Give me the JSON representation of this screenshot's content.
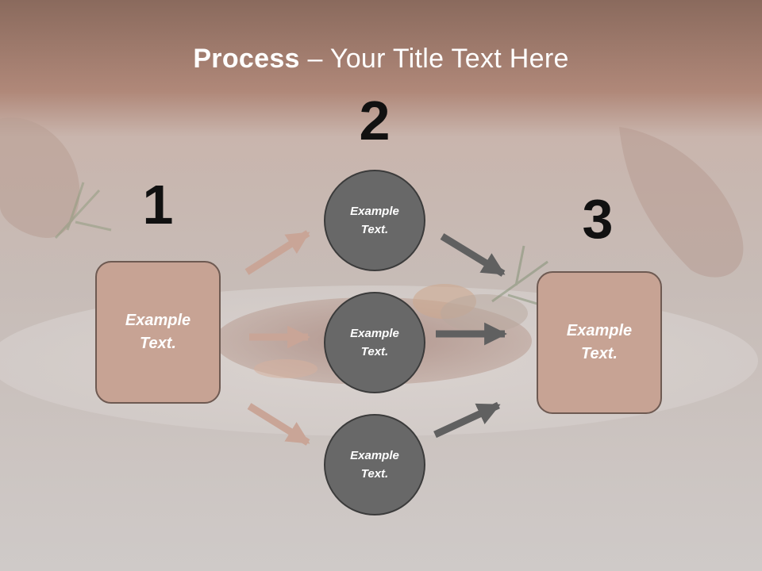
{
  "slide": {
    "title_bold": "Process",
    "title_rest": " – Your Title Text Here"
  },
  "steps": {
    "n1": "1",
    "n2": "2",
    "n3": "3"
  },
  "left_box": {
    "text": "Example Text."
  },
  "right_box": {
    "text": "Example Text."
  },
  "circles": [
    {
      "text": "Example Text."
    },
    {
      "text": "Example Text."
    },
    {
      "text": "Example Text."
    }
  ],
  "colors": {
    "banner": "#a47c6e",
    "box_fill": "#c7a394",
    "circle_fill": "#686868",
    "arrow_pink": "#c9a597",
    "arrow_gray": "#606060"
  }
}
